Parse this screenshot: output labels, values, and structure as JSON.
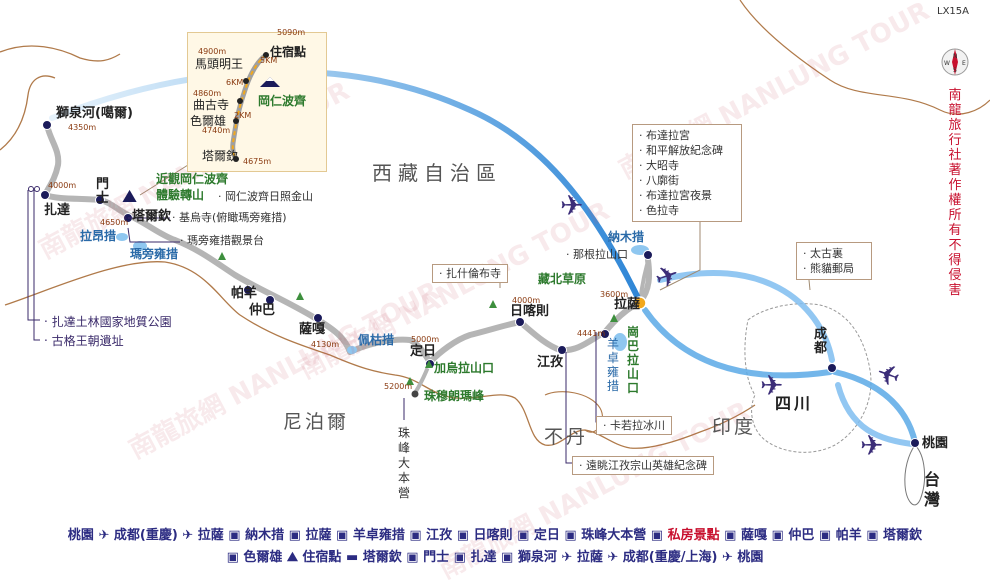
{
  "code": "LX15A",
  "copyright": "南龍旅行社著作權所有不得侵害",
  "regions": {
    "tibet": "西藏自治區",
    "nepal": "尼泊爾",
    "bhutan": "不丹",
    "india": "印度",
    "sichuan": "四川",
    "taiwan": "台灣",
    "north_tibet": "藏北草原"
  },
  "cities": {
    "shiquanhe": "獅泉河(噶爾)",
    "menshi": "門士",
    "zhada": "扎達",
    "tarqin": "塔爾欽",
    "paryang": "帕羊",
    "zhongba": "仲巴",
    "saga": "薩嘎",
    "dingri": "定日",
    "shigatse": "日喀則",
    "gyantse": "江孜",
    "lhasa": "拉薩",
    "chengdu": "成都",
    "taoyuan": "桃園"
  },
  "elevations": {
    "shiquanhe": "4350m",
    "menshi": "4000m",
    "tarqin": "4650m",
    "saga": "4130m",
    "dingri": "5000m",
    "ebc": "5200m",
    "shigatse": "4000m",
    "lhasa": "3600m",
    "gyantse": "4441m"
  },
  "lakes": {
    "lhanag": "拉昂措",
    "manasarovar": "瑪旁雍措",
    "peiku": "佩枯措",
    "namtso": "納木措",
    "yamdrok": "羊卓雍措"
  },
  "passes": {
    "gyatso": "加烏拉山口",
    "kamba": "崗巴拉山口"
  },
  "everest": "珠穆朗瑪峰",
  "ebc_camp": "珠峰大本營",
  "kailash": {
    "line1": "近觀岡仁波齊",
    "line2": "體驗轉山",
    "note": "‧ 岡仁波齊日照金山"
  },
  "notes": {
    "jiwu": "‧ 基烏寺(俯瞰瑪旁雍措)",
    "manasarovar_view": "‧ 瑪旁雍措觀景台",
    "tashilhunpo": "‧ 扎什倫布寺",
    "nagenla": "‧ 那根拉山口",
    "karola": "‧ 卡若拉冰川",
    "gyantse_view": "‧ 遠眺江孜宗山英雄紀念碑"
  },
  "purple_tags": [
    "‧ 扎達土林國家地質公園",
    "‧ 古格王朝遺址"
  ],
  "lhasa_box": [
    "‧ 布達拉宮",
    "‧ 和平解放紀念碑",
    "‧ 大昭寺",
    "‧ 八廓街",
    "‧ 布達拉宮夜景",
    "‧ 色拉寺"
  ],
  "chengdu_box": [
    "‧ 太古裏",
    "‧ 熊貓郵局"
  ],
  "inset": {
    "title": "岡仁波齊",
    "points": [
      {
        "name": "住宿點",
        "elev": "5090m"
      },
      {
        "name": "馬頭明王",
        "elev": "4900m"
      },
      {
        "name": "曲古寺",
        "elev": "4860m"
      },
      {
        "name": "色爾雄",
        "elev": "4740m"
      },
      {
        "name": "塔爾欽",
        "elev": "4675m"
      }
    ],
    "distances": [
      "5KM",
      "6KM",
      "2KM"
    ]
  },
  "itinerary": {
    "line1": [
      {
        "t": "桃園"
      },
      {
        "icon": "plane"
      },
      {
        "t": "成都(重慶)"
      },
      {
        "icon": "plane"
      },
      {
        "t": "拉薩"
      },
      {
        "icon": "bus"
      },
      {
        "t": "納木措"
      },
      {
        "icon": "bus"
      },
      {
        "t": "拉薩"
      },
      {
        "icon": "bus"
      },
      {
        "t": "羊卓雍措"
      },
      {
        "icon": "bus"
      },
      {
        "t": "江孜"
      },
      {
        "icon": "bus"
      },
      {
        "t": "日喀則"
      },
      {
        "icon": "bus"
      },
      {
        "t": "定日"
      },
      {
        "icon": "bus"
      },
      {
        "t": "珠峰大本營"
      },
      {
        "icon": "bus"
      },
      {
        "t": "私房景點",
        "red": true
      },
      {
        "icon": "bus"
      },
      {
        "t": "薩嘎"
      },
      {
        "icon": "bus"
      },
      {
        "t": "仲巴"
      },
      {
        "icon": "bus"
      },
      {
        "t": "帕羊"
      },
      {
        "icon": "bus"
      },
      {
        "t": "塔爾欽"
      }
    ],
    "line2": [
      {
        "icon": "bus"
      },
      {
        "t": "色爾雄"
      },
      {
        "icon": "hike"
      },
      {
        "t": "住宿點"
      },
      {
        "icon": "car"
      },
      {
        "t": "塔爾欽"
      },
      {
        "icon": "bus"
      },
      {
        "t": "門士"
      },
      {
        "icon": "bus"
      },
      {
        "t": "扎達"
      },
      {
        "icon": "bus"
      },
      {
        "t": "獅泉河"
      },
      {
        "icon": "plane"
      },
      {
        "t": "拉薩"
      },
      {
        "icon": "plane"
      },
      {
        "t": "成都(重慶/上海)"
      },
      {
        "icon": "plane"
      },
      {
        "t": "桃園"
      }
    ]
  },
  "watermark": "南龍旅網 NANLUNG TOUR",
  "colors": {
    "route": "#b5b5b5",
    "flight": "#5aa9e6",
    "border": "#b07a4a",
    "purple": "#3a2a6a",
    "red": "#c8102e"
  }
}
